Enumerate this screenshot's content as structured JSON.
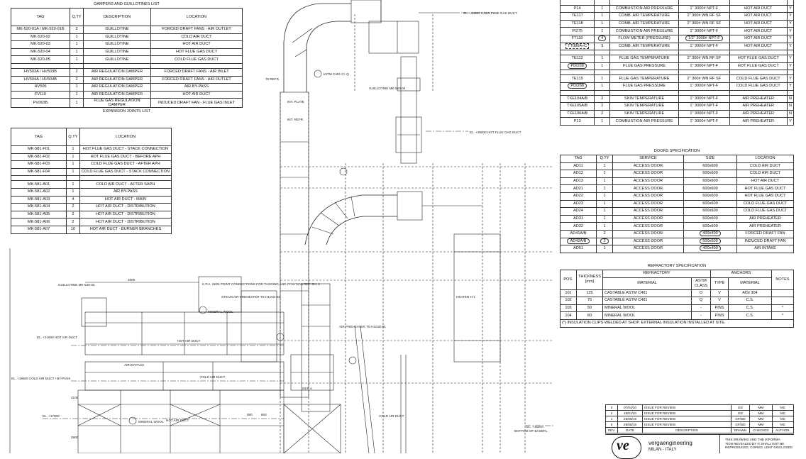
{
  "dampers": {
    "title": "DAMPERS AND GUILLOTINES LIST",
    "headers": [
      "TAG",
      "Q.TY",
      "DESCRIPTION",
      "LOCATION"
    ],
    "rows": [
      [
        "MK-520-01A / MK-520-01B",
        "2",
        "GUILLOTINE",
        "FORCED DRAFT FANS - AIR OUTLET"
      ],
      [
        "MK-520-02",
        "1",
        "GUILLOTINE",
        "COLD AIR DUCT"
      ],
      [
        "MK-520-03",
        "1",
        "GUILLOTINE",
        "HOT AIR DUCT"
      ],
      [
        "MK-520-04",
        "1",
        "GUILLOTINE",
        "HOT FLUE GAS DUCT"
      ],
      [
        "MK-520-05",
        "1",
        "GUILLOTINE",
        "COLD FLUE GAS DUCT"
      ],
      [
        "",
        "",
        "",
        ""
      ],
      [
        "HV503A / HV503B",
        "2",
        "AIR REGULATION DAMPER",
        "FORCED DRAFT FANS - AIR INLET"
      ],
      [
        "HV504A / HV504B",
        "2",
        "AIR REGULATION DAMPER",
        "FORCED DRAFT FANS - AIR OUTLET"
      ],
      [
        "HV505",
        "1",
        "AIR REGULATION DAMPER",
        "AIR BY-PASS"
      ],
      [
        "FV110",
        "1",
        "AIR REGULATION DAMPER",
        "HOT AIR DUCT"
      ],
      [
        "PV063B",
        "1",
        "FLUE GAS  REGULATION DAMPER",
        "INDUCED DRAFT FAN - FLUE GAS INLET"
      ]
    ]
  },
  "expansion": {
    "title": "EXPANSION JOINTS LIST",
    "headers": [
      "TAG",
      "Q.TY",
      "LOCATION"
    ],
    "rows": [
      [
        "MK-581-F01",
        "1",
        "HOT FLUE GAS DUCT - STACK CONNECTION"
      ],
      [
        "MK-581-F02",
        "1",
        "HOT FLUE GAS DUCT - BEFORE APH"
      ],
      [
        "MK-581-F03",
        "1",
        "COLD FLUE GAS DUCT - AFTER APH"
      ],
      [
        "MK-581-F04",
        "1",
        "COLD FLUE GAS DUCT - STACK CONNECTION"
      ],
      [
        "",
        "",
        ""
      ],
      [
        "MK-581-A01",
        "1",
        "COLD AIR DUCT - AFTER SAPH"
      ],
      [
        "MK-581-A02",
        "1",
        "AIR BY-PASS"
      ],
      [
        "MK-581-A03",
        "4",
        "HOT AIR DUCT - MAIN"
      ],
      [
        "MK-581-A04",
        "2",
        "HOT AIR DUCT - DISTRIBUTION"
      ],
      [
        "MK-581-A05",
        "2",
        "HOT AIR DUCT - DISTRIBUTION"
      ],
      [
        "MK-581-A06",
        "2",
        "HOT AIR DUCT - DISTRIBUTION"
      ],
      [
        "MK-581-A07",
        "10",
        "HOT AIR DUCT - BURNER BRANCHES"
      ]
    ]
  },
  "instruments": {
    "rows": [
      [
        "P14",
        "1",
        "COMBUSTION AIR PRESSURE",
        "1\" 3000# NPT-F",
        "HOT AIR DUCT",
        "Y"
      ],
      [
        "TE117",
        "1",
        "COMB. AIR TEMPERATURE",
        "2\" 300# WN RF SF",
        "HOT AIR DUCT",
        "Y"
      ],
      [
        "TE118",
        "1",
        "COMB. AIR TEMPERATURE",
        "2\" 300# WN RF SF",
        "HOT AIR DUCT",
        "Y"
      ],
      [
        "PI275",
        "1",
        "COMBUSTION AIR PRESSURE",
        "1\" 3000# NPT-F",
        "HOT AIR DUCT",
        "Y"
      ],
      [
        "FT110",
        "4",
        "FLOW METER (PRESSURE)",
        "1/2\" 3000# NPT-F",
        "HOT AIR DUCT",
        "Y"
      ],
      [
        "TT080A÷C",
        "3",
        "COMB. AIR TEMPERATURE",
        "1\" 3000# NPT-F",
        "HOT AIR DUCT",
        "Y"
      ],
      [
        "",
        "",
        "",
        "",
        "",
        ""
      ],
      [
        "TE112",
        "1",
        "FLUE GAS TEMPERATURE",
        "2\" 300# WN RF SF",
        "HOT FLUE GAS DUCT",
        "Y"
      ],
      [
        "PDI268",
        "1",
        "FLUE GAS PRESSURE",
        "1\" 3000# NPT-F",
        "HOT FLUE GAS DUCT",
        "Y"
      ],
      [
        "",
        "",
        "",
        "",
        "",
        ""
      ],
      [
        "TE115",
        "1",
        "FLUE GAS TEMPERATURE",
        "2\" 300# WN RF SF",
        "COLD FLUE GAS DUCT",
        "Y"
      ],
      [
        "PDI268",
        "1",
        "FLUE GAS PRESSURE",
        "1\" 3000# NPT-F",
        "COLD FLUE GAS DUCT",
        "Y"
      ],
      [
        "",
        "",
        "",
        "",
        "",
        ""
      ],
      [
        "TXE104A/B",
        "2",
        "SKIN TEMPERATURE",
        "1\" 3000# NPT-F",
        "AIR PREHEATER",
        "N"
      ],
      [
        "TXE105A/B",
        "2",
        "SKIN TEMPERATURE",
        "1\" 3000# NPT-F",
        "AIR PREHEATER",
        "N"
      ],
      [
        "TXE106A/B",
        "2",
        "SKIN TEMPERATURE",
        "1\" 3000# NPT-F",
        "AIR PREHEATER",
        "N"
      ],
      [
        "P13",
        "1",
        "COMBUSTION AIR PRESSURE",
        "1\" 3000# NPT-F",
        "AIR PREHEATER",
        "Y"
      ]
    ]
  },
  "doors": {
    "title": "DOORS SPECIFICATION",
    "headers": [
      "TAG",
      "Q.TY",
      "SERVICE",
      "SIZE",
      "LOCATION"
    ],
    "rows": [
      [
        "AD11",
        "1",
        "ACCESS DOOR",
        "600x600",
        "COLD AIR DUCT"
      ],
      [
        "AD12",
        "1",
        "ACCESS DOOR",
        "600x600",
        "COLD AIR DUCT"
      ],
      [
        "AD13",
        "1",
        "ACCESS DOOR",
        "600x600",
        "HOT AIR DUCT"
      ],
      [
        "AD21",
        "1",
        "ACCESS DOOR",
        "600x600",
        "HOT FLUE GAS DUCT"
      ],
      [
        "AD22",
        "1",
        "ACCESS DOOR",
        "600x600",
        "HOT FLUE GAS DUCT"
      ],
      [
        "AD23",
        "1",
        "ACCESS DOOR",
        "600x600",
        "COLD FLUE GAS DUCT"
      ],
      [
        "AD24",
        "1",
        "ACCESS DOOR",
        "600x600",
        "COLD FLUE GAS DUCT"
      ],
      [
        "AD31",
        "1",
        "ACCESS DOOR",
        "600x600",
        "AIR PREHEATER"
      ],
      [
        "AD32",
        "1",
        "ACCESS DOOR",
        "600x600",
        "AIR PREHEATER"
      ],
      [
        "AD41A/B",
        "2",
        "ACCESS DOOR",
        "400x400",
        "FORCED DRAFT FAN"
      ],
      [
        "AD42A/B",
        "2",
        "ACCESS DOOR",
        "500x500",
        "INDUCED  DRAFT FAN"
      ],
      [
        "AD51",
        "1",
        "ACCESS DOOR",
        "400x400",
        "AIR INTAKE"
      ]
    ]
  },
  "refractory": {
    "title": "REFRACTORY SPECIFICATION",
    "group_refractory": "REFRACTORY",
    "group_anchors": "ANCHORS",
    "headers": [
      "POS.",
      "THICKNESS [mm]",
      "MATERIAL",
      "ASTM CLASS",
      "TYPE",
      "MATERIAL",
      "NOTES"
    ],
    "rows": [
      [
        "101",
        "125",
        "CASTABLE ASTM C401",
        "O",
        "V",
        "AISI 304",
        ""
      ],
      [
        "102",
        "75",
        "CASTABLE ASTM C401",
        "Q",
        "V",
        "C.S.",
        ""
      ],
      [
        "103",
        "50",
        "MINERAL WOOL",
        "-",
        "PINS",
        "C.S.",
        "*"
      ],
      [
        "104",
        "80",
        "MINERAL WOOL",
        "-",
        "PINS",
        "C.S.",
        "*"
      ]
    ],
    "note": "(*) INSULATION CLIPS WELDED AT SHOP. EXTERNAL INSULATION INSTALLED AT SITE."
  },
  "revisions": {
    "rows": [
      [
        "3",
        "07/04/20",
        "ISSUE FOR REVIEW",
        "DD",
        "MM",
        "MC"
      ],
      [
        "2",
        "16/01/20",
        "ISSUE FOR REVIEW",
        "DD",
        "MM",
        "MC"
      ],
      [
        "1",
        "25/09/19",
        "ISSUE FOR REVIEW",
        "GF/DD",
        "MM",
        "MC"
      ],
      [
        "0",
        "29/08/19",
        "ISSUE FOR REVIEW",
        "GF/DD",
        "MM",
        "MC"
      ]
    ],
    "headers": [
      "REV.",
      "DATE",
      "DESCRIPTION",
      "DRAWN",
      "CHECKED",
      "AUTHOR."
    ]
  },
  "company": {
    "name": "vergaengineering",
    "city": "MILAN - ITALY"
  },
  "disclaimer": "THIS DRAWING AND THE INFORMA-\nTION REVEALED BY IT SHALL NOT BE\nREPRODUCED, COPIED, LENT DISCLOSED",
  "drawing": {
    "el_cold_flue": "EL. +38500 COLD FLUE GAS DUCT",
    "el_hot_flue": "EL. +35000 HOT FLUE GAS DUCT",
    "el_hot_air": "EL. +21600 HOT AIR DUCT",
    "el_cold_air": "EL. +19500 COLD AIR DUCT / BY-PASS",
    "el_17000": "EL. +17000",
    "el_15200": "EL. +15200",
    "bottom_basepl": "BOTTOM OF BASEPL.",
    "refr": "75 REFR.",
    "astm_c401": "ASTM C401 Cl. Q",
    "guillotine_04": "GUILLOTINE MK-520-04",
    "guillotine_03": "GUILLOTINE MK-520-03",
    "int_plate": "INT. PLATE",
    "int_refr": "INT. REFR.",
    "skin_point": "K.P.A. SKIN POINT CONNECTIONS FOR TAGGING AND POSITION REF. SH. 1",
    "steam_air_preheater": "STEAM AIR PREHEATER TS-H101E-02",
    "air_preheater": "AIR PREHEATER TS-H101E-01",
    "mineral_wool": "MINERAL WOOL",
    "hot_air_duct": "HOT AIR DUCT",
    "cold_air_duct": "COLD AIR DUCT",
    "air_bypass": "AIR BY-PASS",
    "heater_h1": "HEATER H-1",
    "det_a": "DET. A",
    "dim_4600": "4600",
    "dim_2100": "2100",
    "dim_2900": "2900",
    "dim_580": "580",
    "dim_800": "800"
  }
}
